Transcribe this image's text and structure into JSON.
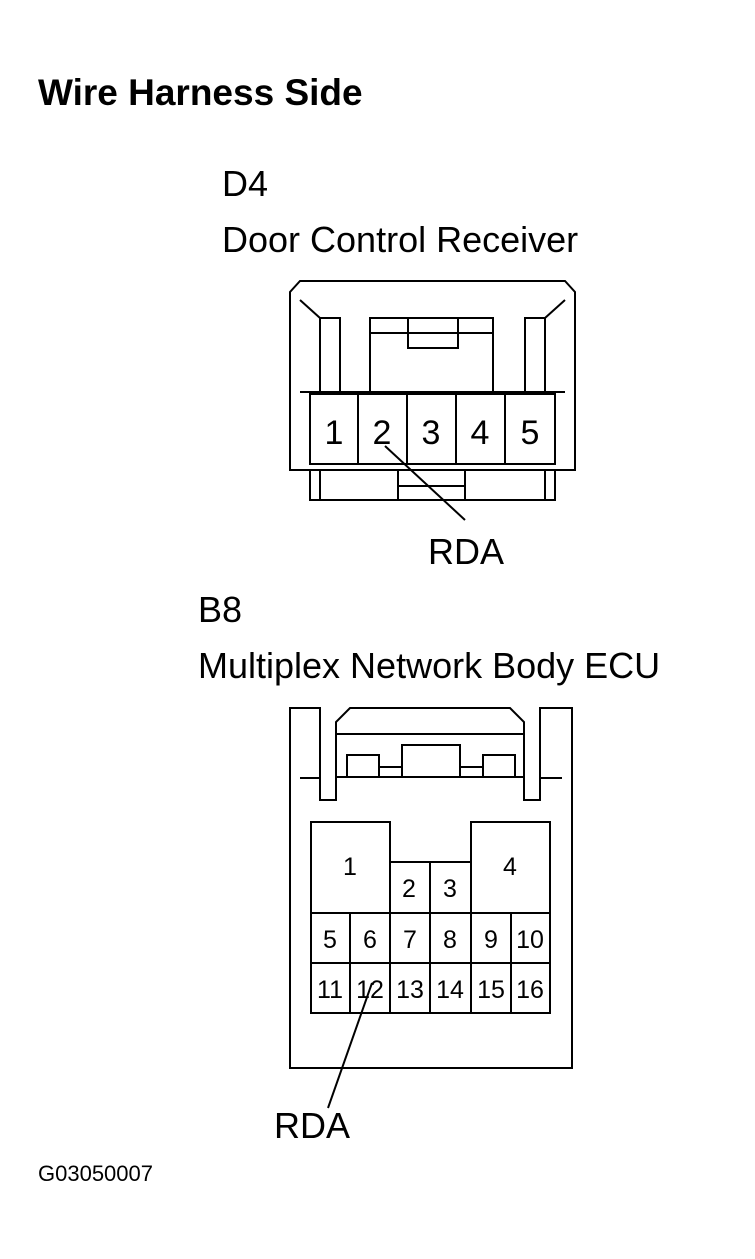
{
  "heading": "Wire Harness Side",
  "figure_id": "G03050007",
  "connectors": [
    {
      "code": "D4",
      "name": "Door Control Receiver",
      "pins": [
        "1",
        "2",
        "3",
        "4",
        "5"
      ],
      "wire_label": "RDA"
    },
    {
      "code": "B8",
      "name": "Multiplex Network Body ECU",
      "pins": [
        "1",
        "2",
        "3",
        "4",
        "5",
        "6",
        "7",
        "8",
        "9",
        "10",
        "11",
        "12",
        "13",
        "14",
        "15",
        "16"
      ],
      "wire_label": "RDA"
    }
  ]
}
